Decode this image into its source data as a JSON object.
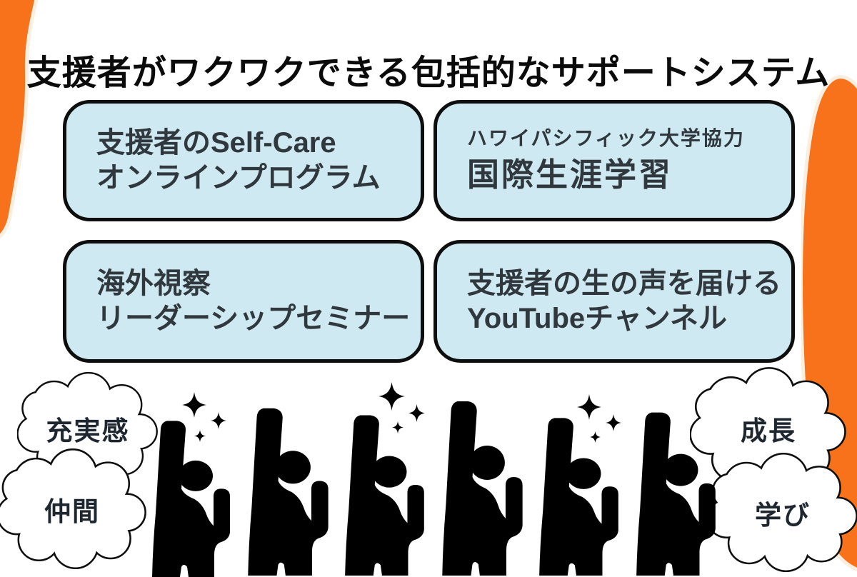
{
  "title": "支援者がワクワクできる包括的なサポートシステム",
  "cards": [
    {
      "id": "self-care-program",
      "lines": [
        "支援者のSelf-Care",
        "オンラインプログラム"
      ]
    },
    {
      "id": "international-learning",
      "lines": [
        "ハワイパシフィック大学協力",
        "国際生涯学習"
      ]
    },
    {
      "id": "overseas-seminar",
      "lines": [
        "海外視察",
        "リーダーシップセミナー"
      ]
    },
    {
      "id": "youtube-channel",
      "lines": [
        "支援者の生の声を届ける",
        "YouTubeチャンネル"
      ]
    }
  ],
  "clouds": [
    {
      "label": "充実感"
    },
    {
      "label": "仲間"
    },
    {
      "label": "成長"
    },
    {
      "label": "学び"
    }
  ],
  "figures": {
    "count": 6,
    "icon": "person-raising-hand-icon"
  },
  "decorations": {
    "sparkle_clusters": 3,
    "icon": "sparkle-icon"
  },
  "colors": {
    "accent_orange": "#F8721B",
    "card_blue": "#CFE9F2",
    "outline_black": "#0E0E0E",
    "halo_cream": "#F9EFE0"
  }
}
